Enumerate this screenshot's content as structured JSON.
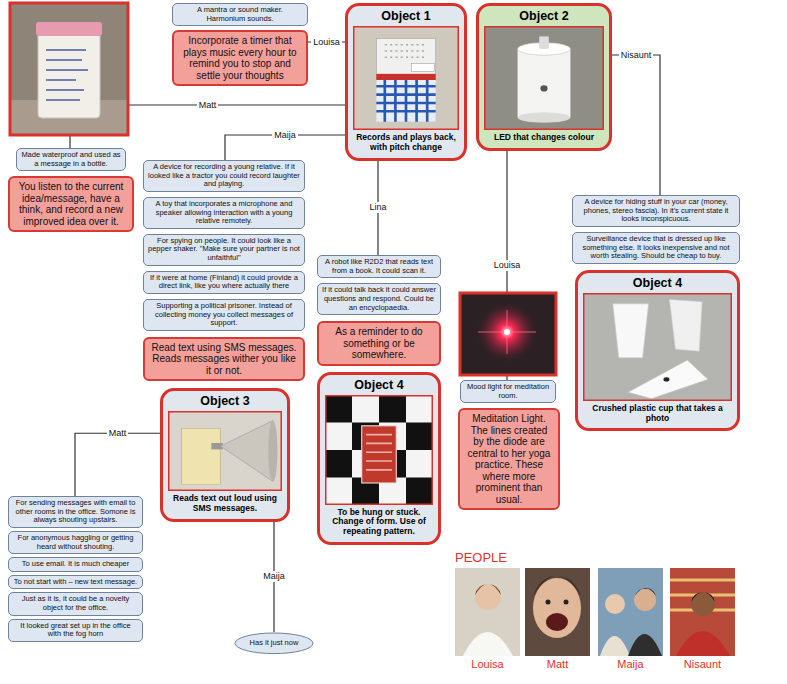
{
  "diagram": {
    "nodes": [
      {
        "text": [
          "A mantra or sound maker. Harmonium sounds."
        ]
      },
      {
        "text": [
          "Incorporate a timer that plays music every hour to remind you to stop and settle your thoughts"
        ]
      },
      {
        "text": [
          "Object 1",
          "Records and plays back, with pitch change"
        ]
      },
      {
        "text": [
          "Object 2",
          "LED that changes colour"
        ]
      },
      {
        "text": [
          "Made waterproof and used as a message in a bottle."
        ]
      },
      {
        "text": [
          "You listen to the current idea/message, have a think, and record a new improved idea over it."
        ]
      },
      {
        "text": [
          "A device for recording a young relative. If it looked like a tractor you could record laughter and playing."
        ]
      },
      {
        "text": [
          "A toy that incorporates a microphone and speaker allowing interaction with a young relative remotely."
        ]
      },
      {
        "text": [
          "For spying on people. It could look like a pepper shaker. \"Make sure your partner is not unfaithful\""
        ]
      },
      {
        "text": [
          "If it were at home (Finland) it could provide a direct link, like you where actually there"
        ]
      },
      {
        "text": [
          "Supporting a political prisoner. Instead of collecting money you collect messages of support."
        ]
      },
      {
        "text": [
          "Read text using SMS messages. Reads messages wither you like it or not."
        ]
      },
      {
        "text": [
          "A device for hiding stuff in your car (money, phones, stereo fascia). In it's current state it looks inconspicuous."
        ]
      },
      {
        "text": [
          "Surveillance device that is dressed up like something else. It looks inexpensive and not worth stealing. Should be cheap to buy."
        ]
      },
      {
        "text": [
          "Object 4",
          "Crushed plastic cup that takes a photo"
        ]
      },
      {
        "text": [
          "A robot like R2D2 that reads text from a book. It could scan it."
        ]
      },
      {
        "text": [
          "If it could talk back it could answer questions and respond. Could be an encyclopaedia."
        ]
      },
      {
        "text": [
          "As a reminder to do something or be somewhere."
        ]
      },
      {
        "text": [
          "Object 4",
          "To be hung or stuck. Change of form. Use of repeating pattern."
        ]
      },
      {
        "text": [
          "Mood light for meditation room."
        ]
      },
      {
        "text": [
          "Meditation Light. The lines created by the diode are central to her yoga practice. These where more prominent than usual."
        ]
      },
      {
        "text": [
          "Object 3",
          "Reads text out loud using SMS messages."
        ]
      },
      {
        "text": [
          "For sending messages with email to other rooms in the office. Somone is always shouting upstairs."
        ]
      },
      {
        "text": [
          "For anonymous haggling or getting heard without shouting."
        ]
      },
      {
        "text": [
          "To use email. It is much cheaper"
        ]
      },
      {
        "text": [
          "To not start with – new text message."
        ]
      },
      {
        "text": [
          "Just as it is, it could be a novelty object for the office."
        ]
      },
      {
        "text": [
          "It looked great set up in the office with the fog horn"
        ]
      },
      {
        "text": [
          "Has it just now"
        ]
      }
    ],
    "edges": [
      {
        "from": 2,
        "to": 1,
        "arrow": "none",
        "label": "Louisa"
      },
      {
        "from": 2,
        "to": 4,
        "arrow": "none",
        "label": "Matt"
      },
      {
        "from": 2,
        "to": 6,
        "arrow": "none",
        "label": "Maija"
      },
      {
        "from": 2,
        "to": 15,
        "arrow": "none",
        "label": "Lina"
      },
      {
        "from": 3,
        "to": 12,
        "arrow": "none",
        "label": "Nisaunt"
      },
      {
        "from": 3,
        "to": 19,
        "arrow": "none",
        "label": "Louisa"
      },
      {
        "from": 21,
        "to": 22,
        "arrow": "none",
        "label": "Matt"
      },
      {
        "from": 21,
        "to": 28,
        "arrow": "none",
        "label": "Maija"
      }
    ],
    "labels": [
      "PEOPLE",
      "Louisa",
      "Matt",
      "Maija",
      "Nisaunt"
    ]
  }
}
